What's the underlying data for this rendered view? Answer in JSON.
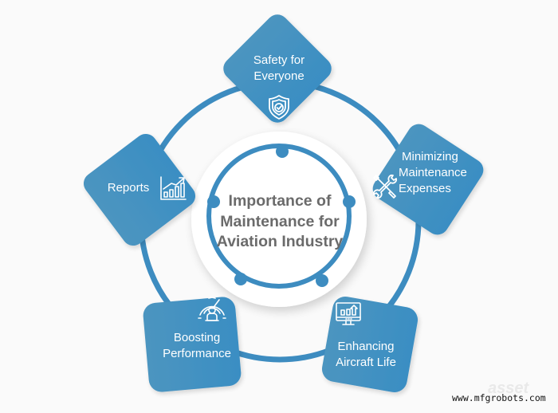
{
  "diagram": {
    "title": "Importance of Maintenance for Aviation Industry",
    "title_lines": [
      "Importance of",
      "Maintenance for",
      "Aviation Industry"
    ],
    "colors": {
      "primary": "#3a8ec3",
      "primary_light": "#4c95c0",
      "primary_dark": "#3a87ba",
      "ring": "#3d8cc0",
      "center_text": "#6b6b6b",
      "background": "#fafafa",
      "icon": "#ffffff"
    },
    "nodes": [
      {
        "id": "safety",
        "lines": [
          "Safety for",
          "Everyone"
        ],
        "icon": "shield-check-icon"
      },
      {
        "id": "expenses",
        "lines": [
          "Minimizing",
          "Maintenance",
          "Expenses"
        ],
        "icon": "wrench-screwdriver-icon"
      },
      {
        "id": "aircraft-life",
        "lines": [
          "Enhancing",
          "Aircraft Life"
        ],
        "icon": "monitor-chart-icon"
      },
      {
        "id": "performance",
        "lines": [
          "Boosting",
          "Performance"
        ],
        "icon": "speedometer-person-icon"
      },
      {
        "id": "reports",
        "lines": [
          "Reports"
        ],
        "icon": "bar-chart-growth-icon"
      }
    ]
  },
  "watermark": {
    "text": "www.mfgrobots.com",
    "logo_text": "asset"
  }
}
